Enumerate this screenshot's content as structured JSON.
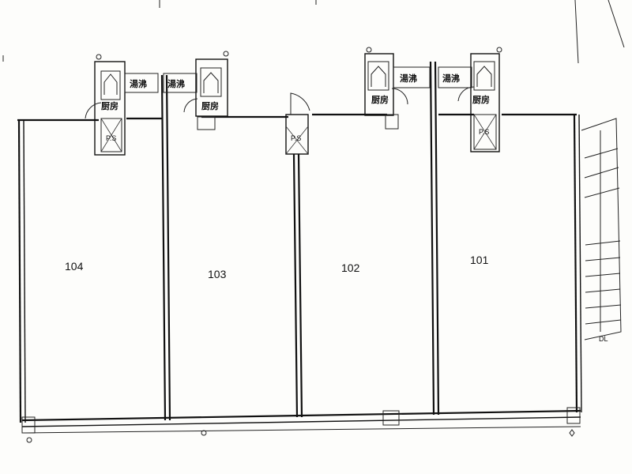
{
  "units": [
    {
      "id": "104",
      "label": "104"
    },
    {
      "id": "103",
      "label": "103"
    },
    {
      "id": "102",
      "label": "102"
    },
    {
      "id": "101",
      "label": "101"
    }
  ],
  "service_labels": {
    "ps_104": "P.S",
    "ps_102": "P.S",
    "ps_101": "P.S",
    "water_heater": "湯沸",
    "kitchen": "厨房",
    "bottom_right": "DL"
  }
}
